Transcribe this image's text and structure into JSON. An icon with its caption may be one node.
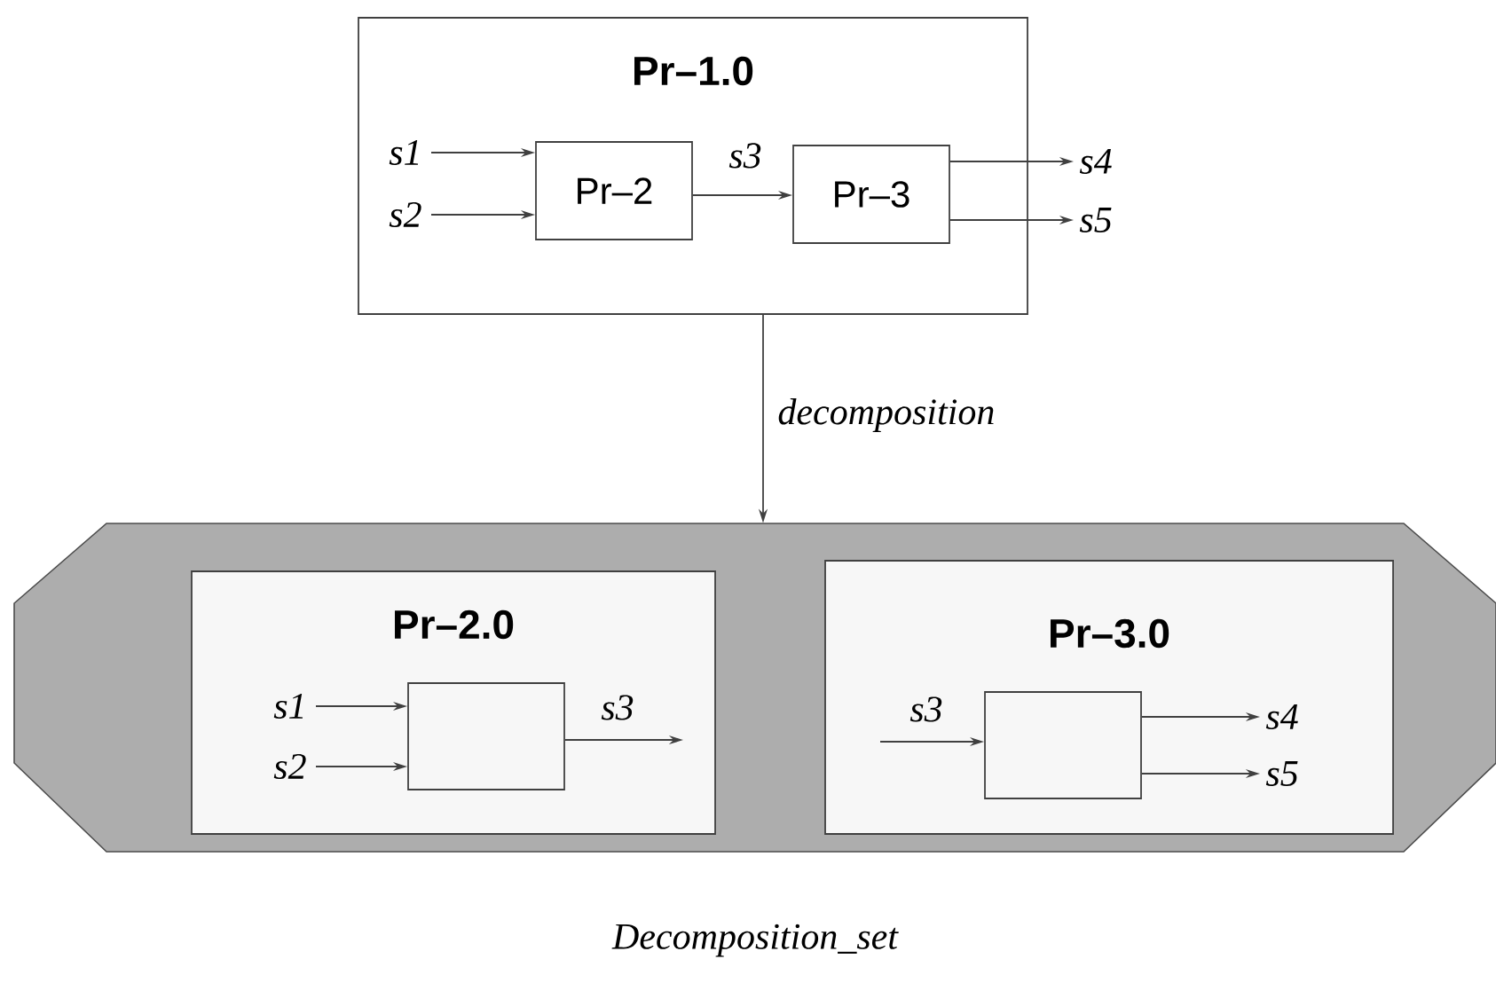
{
  "diagram": {
    "nodes": [
      {
        "text": [
          "Pr–1.0"
        ]
      },
      {
        "text": [
          "Pr–2"
        ],
        "in": 0
      },
      {
        "text": [
          "Pr–3"
        ],
        "in": 0
      },
      {
        "text": [
          "Decomposition_set"
        ]
      },
      {
        "text": [
          "Pr–2.0"
        ],
        "in": 3
      },
      {
        "text": [],
        "shape": "box",
        "in": 4
      },
      {
        "text": [
          "Pr–3.0"
        ],
        "in": 3
      },
      {
        "text": [],
        "shape": "box",
        "in": 6
      }
    ],
    "edges": [
      {
        "from": null,
        "to": 1,
        "arrow": "to",
        "label": "s1"
      },
      {
        "from": null,
        "to": 1,
        "arrow": "to",
        "label": "s2"
      },
      {
        "from": 1,
        "to": 2,
        "arrow": "to",
        "label": "s3"
      },
      {
        "from": 2,
        "to": null,
        "arrow": "to",
        "label": "s4"
      },
      {
        "from": 2,
        "to": null,
        "arrow": "to",
        "label": "s5"
      },
      {
        "from": 0,
        "to": 3,
        "arrow": "to",
        "label": "decomposition"
      },
      {
        "from": null,
        "to": 5,
        "arrow": "to",
        "label": "s1"
      },
      {
        "from": null,
        "to": 5,
        "arrow": "to",
        "label": "s2"
      },
      {
        "from": 5,
        "to": null,
        "arrow": "to",
        "label": "s3"
      },
      {
        "from": null,
        "to": 7,
        "arrow": "to",
        "label": "s3"
      },
      {
        "from": 7,
        "to": null,
        "arrow": "to",
        "label": "s4"
      },
      {
        "from": 7,
        "to": null,
        "arrow": "to",
        "label": "s5"
      }
    ]
  }
}
